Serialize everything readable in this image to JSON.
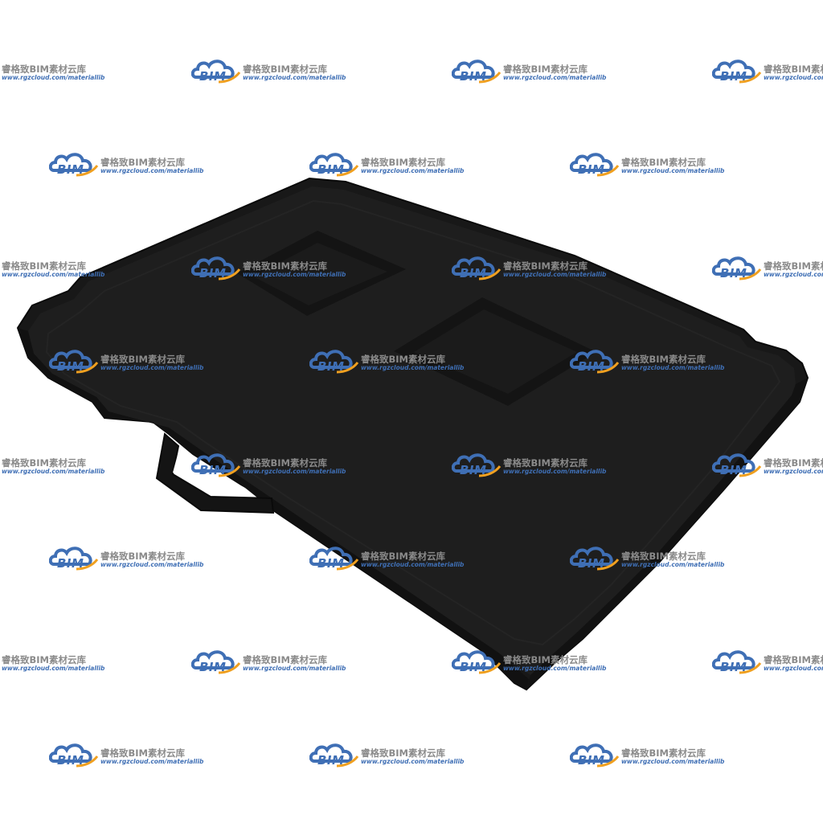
{
  "model": {
    "name": "",
    "color": "#1a1a1a",
    "highlight_color": "#2a2a2a",
    "edge_color": "#0a0a0a"
  },
  "watermark": {
    "logo_text": "BIM",
    "title": "睿格致BIM素材云库",
    "url": "www.rgzcloud.com/materiallib",
    "logo_colors": {
      "cloud": "#3f6fb5",
      "swoosh": "#f0a020"
    }
  },
  "background_color": "#ffffff"
}
